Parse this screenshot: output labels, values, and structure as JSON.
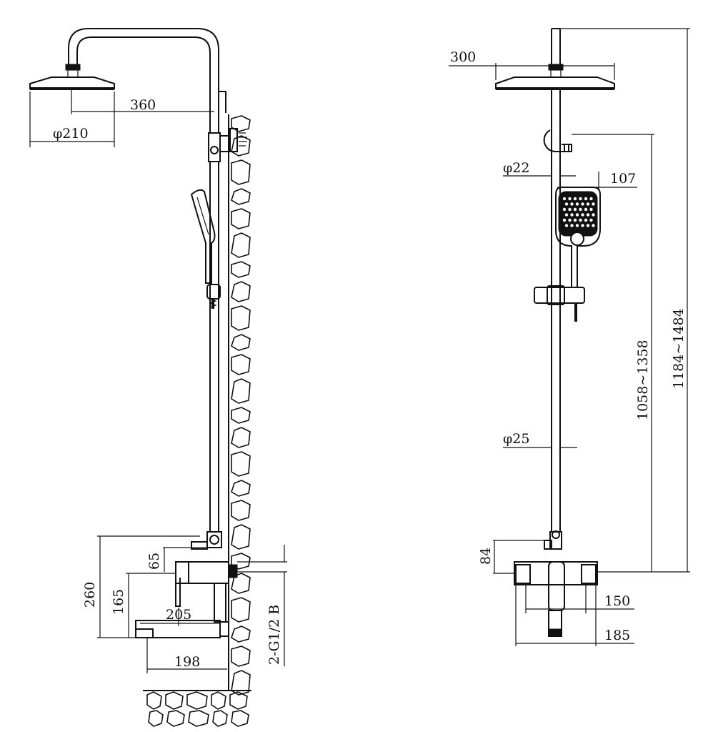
{
  "side_view": {
    "dims": {
      "arm_reach": "360",
      "head_diameter": "φ210",
      "spout_tip_offset": "65",
      "total_mixer_height": "260",
      "spout_height": "165",
      "lever_length": "205",
      "spout_length": "198",
      "inlet_thread": "2-G1/2 B"
    }
  },
  "front_view": {
    "dims": {
      "head_width": "300",
      "upper_pipe_diameter": "φ22",
      "hand_shower_width": "107",
      "lower_pipe_diameter": "φ25",
      "height_adjust_range": "1058~1358",
      "total_height_range": "1184~1484",
      "valve_height": "84",
      "valve_body_width": "150",
      "valve_total_width": "185"
    }
  }
}
